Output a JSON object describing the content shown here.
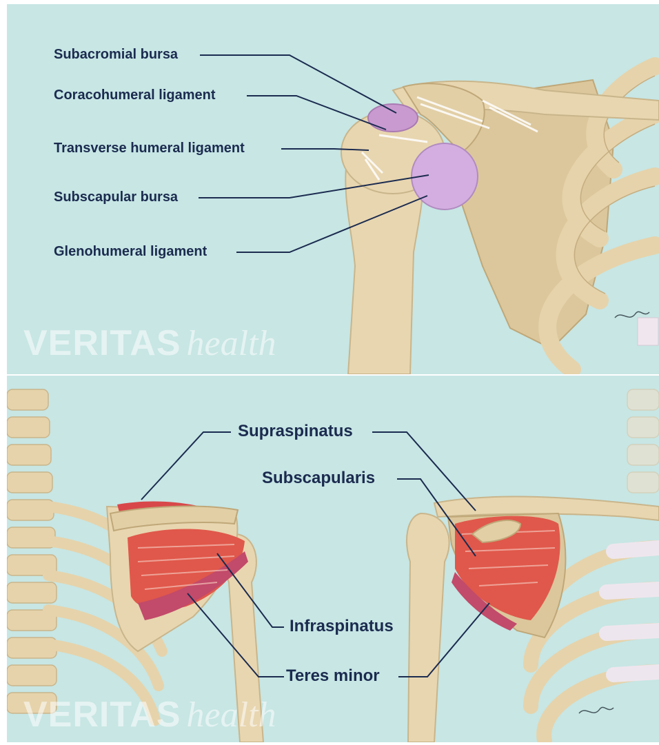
{
  "top_panel": {
    "labels": {
      "subacromial_bursa": "Subacromial bursa",
      "coracohumeral_ligament": "Coracohumeral ligament",
      "transverse_humeral_ligament": "Transverse humeral ligament",
      "subscapular_bursa": "Subscapular bursa",
      "glenohumeral_ligament": "Glenohumeral ligament"
    },
    "watermark": {
      "brand": "VERITAS",
      "suffix": "health"
    }
  },
  "bottom_panel": {
    "labels": {
      "supraspinatus": "Supraspinatus",
      "subscapularis": "Subscapularis",
      "infraspinatus": "Infraspinatus",
      "teres_minor": "Teres minor"
    },
    "watermark": {
      "brand": "VERITAS",
      "suffix": "health"
    }
  },
  "colors": {
    "background": "#c7e6e4",
    "bone": "#e8d6b0",
    "bone_shadow": "#c9b58b",
    "bursa": "#c99ad0",
    "muscle": "#e0584b",
    "label_text": "#1b2b4f",
    "leader_line": "#1b2b4f"
  }
}
